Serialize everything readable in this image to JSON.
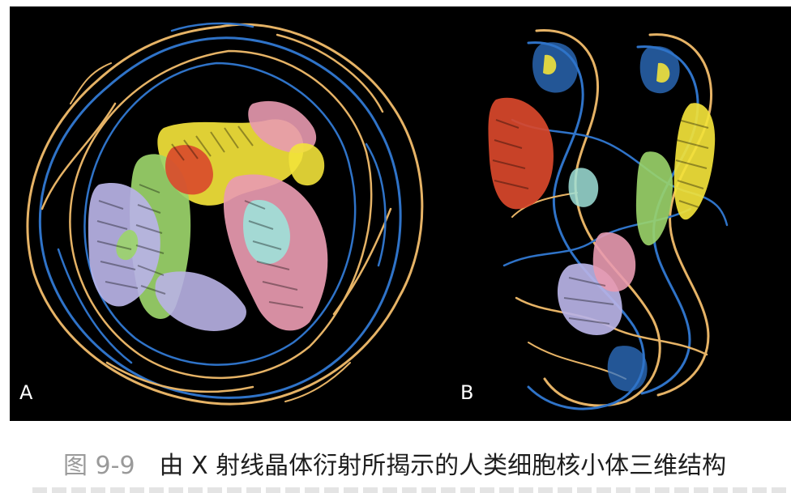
{
  "figure": {
    "panels": [
      {
        "label": "A",
        "view": "nucleosome-top-view"
      },
      {
        "label": "B",
        "view": "nucleosome-side-view"
      }
    ],
    "background_color": "#000000",
    "colors": {
      "dna_strand_1": "#e6b366",
      "dna_strand_2": "#2f73c8",
      "histone_yellow": "#f2e23a",
      "histone_green": "#9bd46a",
      "histone_pink": "#e89ab0",
      "histone_lavender": "#b9b3e6",
      "histone_red": "#d9482b",
      "histone_cyan": "#9fe0d8"
    }
  },
  "caption": {
    "figure_number": "图 9-9",
    "title": "由 X 射线晶体衍射所揭示的人类细胞核小体三维结构"
  }
}
